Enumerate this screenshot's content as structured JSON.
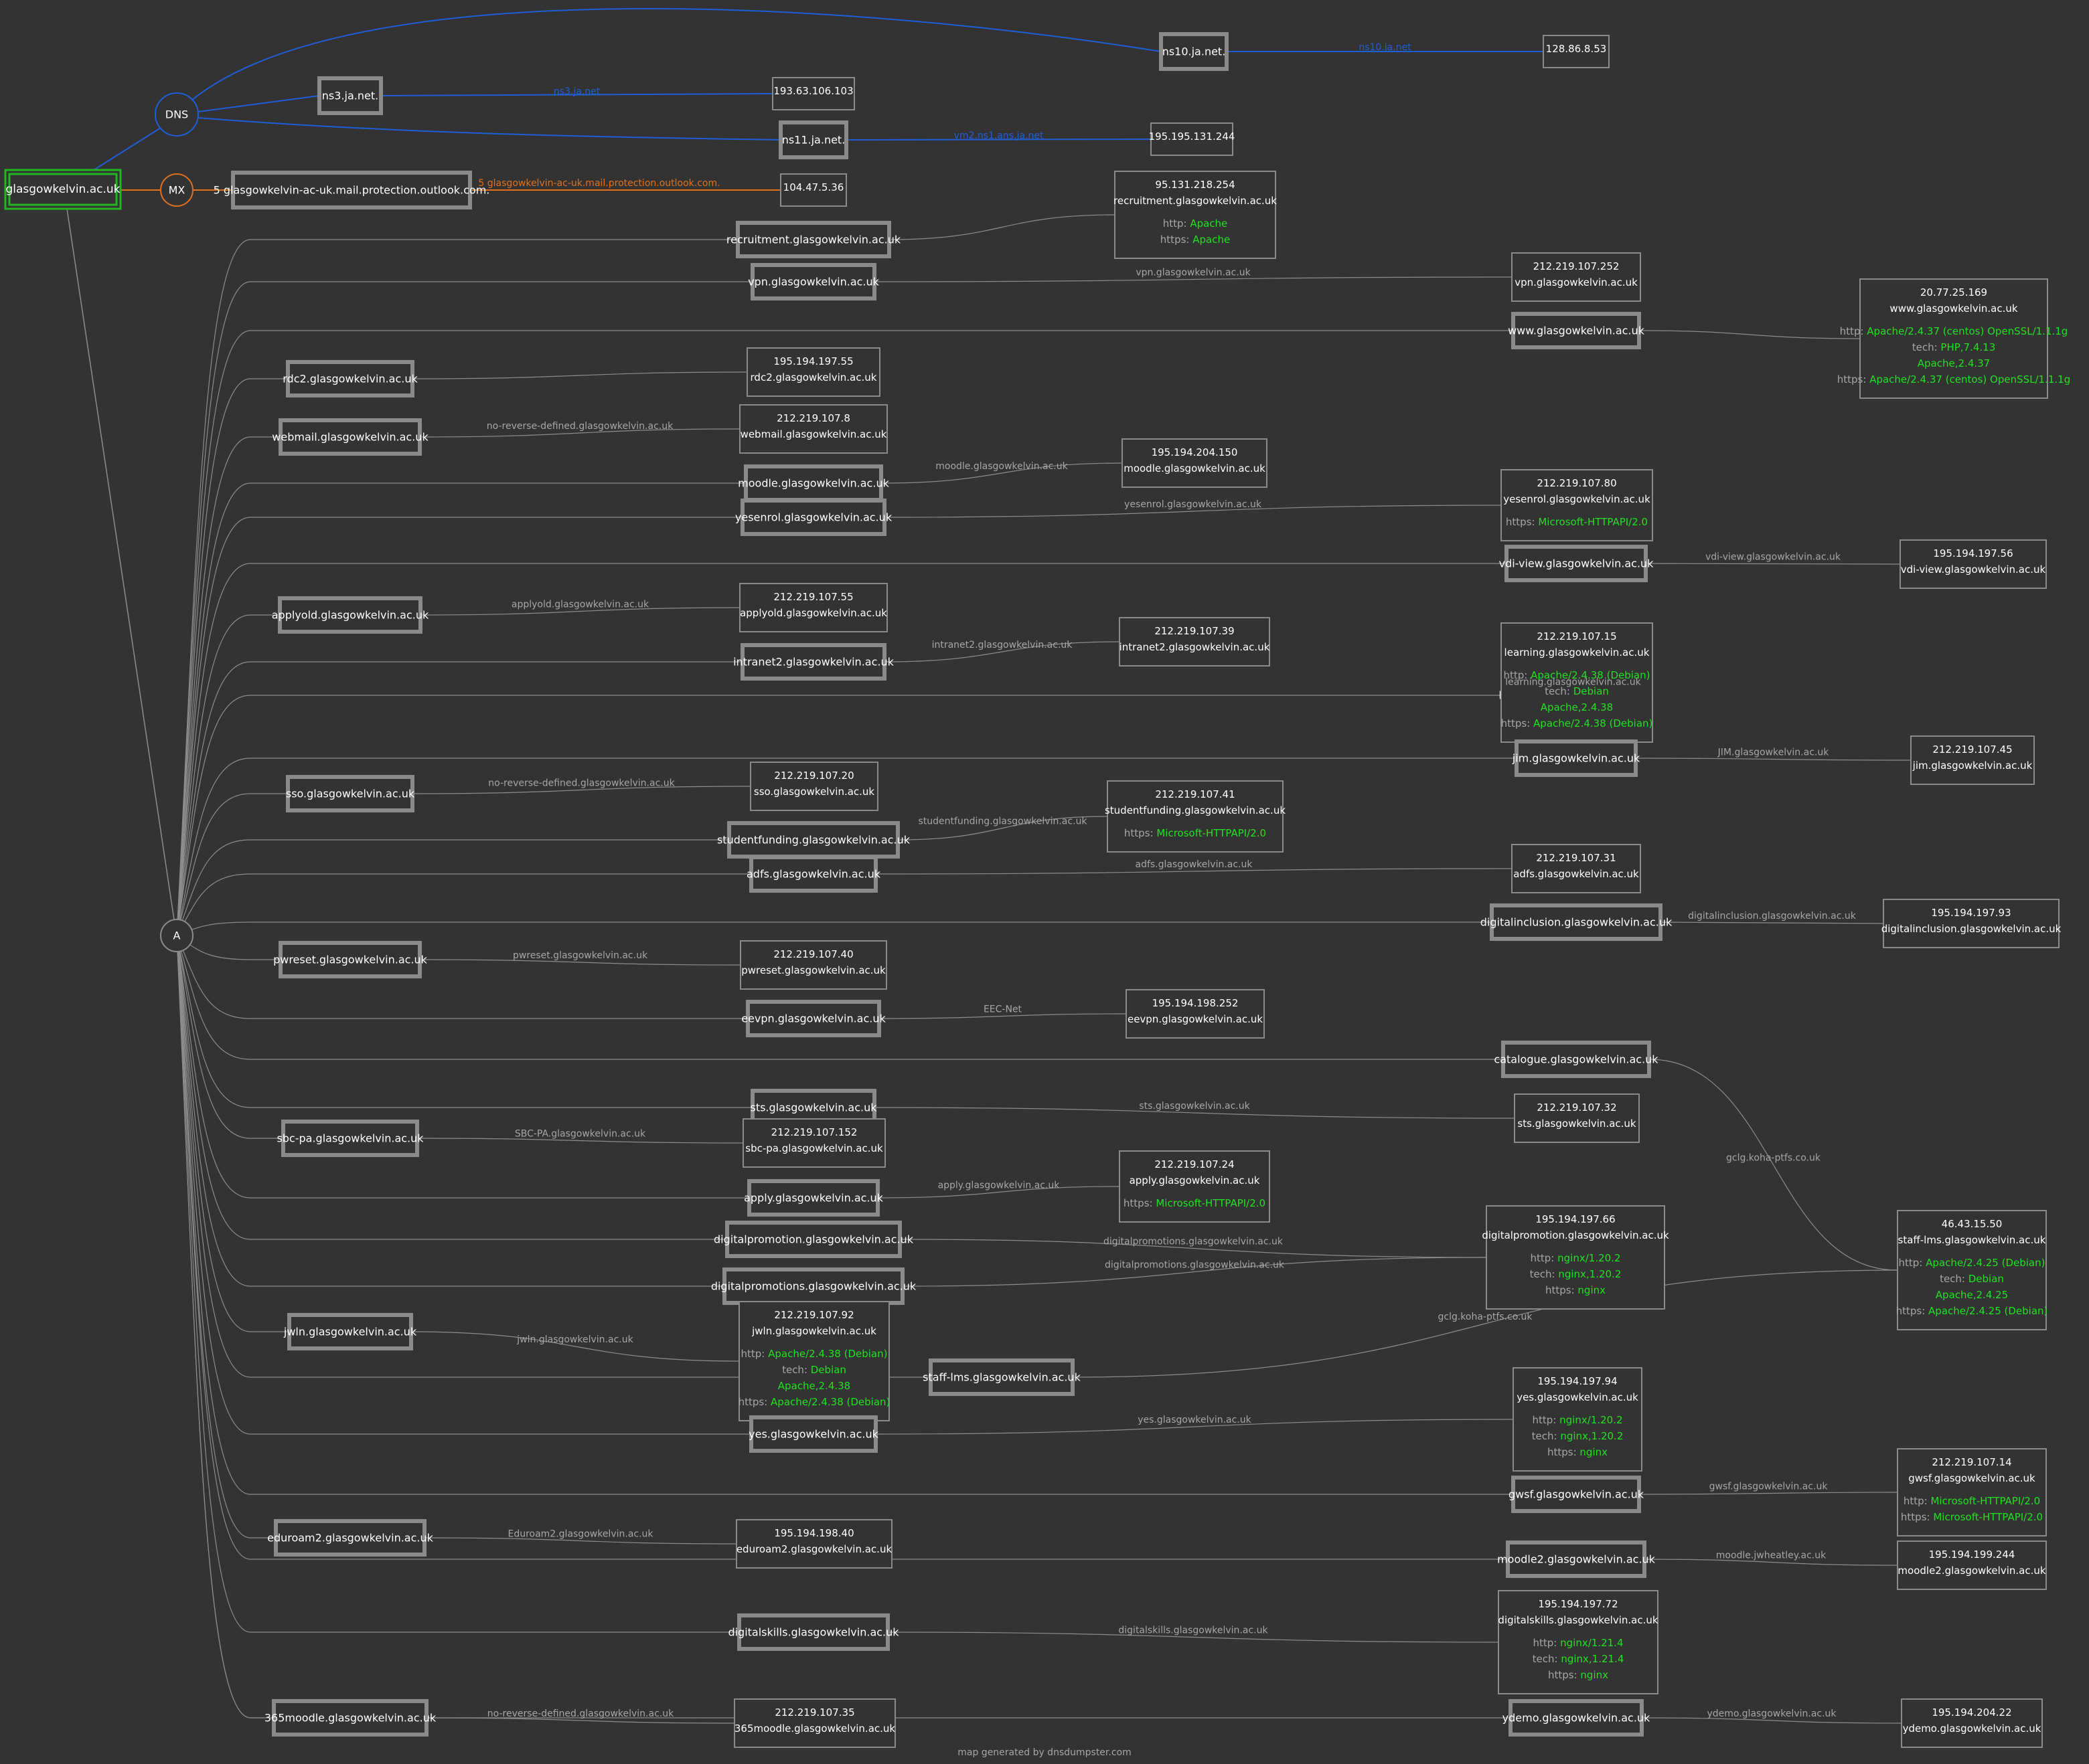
{
  "root": {
    "label": "glasgowkelvin.ac.uk"
  },
  "groups": {
    "dns": "DNS",
    "mx": "MX",
    "a": "A"
  },
  "colors": {
    "background": "#333333",
    "dns_line": "#1f5fd6",
    "mx_line": "#e0701e",
    "a_line": "#8c8c8c",
    "root_border": "#22b622",
    "host_border": "#8a8a8a",
    "text": "#ffffff",
    "dim_text": "#a6a6a6",
    "tech_value": "#22e022"
  },
  "dns": [
    {
      "host": "ns10.ja.net.",
      "edge": "ns10.ja.net",
      "ip": "128.86.8.53"
    },
    {
      "host": "ns3.ja.net.",
      "edge": "ns3.ja.net",
      "ip": "193.63.106.103"
    },
    {
      "host": "ns11.ja.net.",
      "edge": "vm2.ns1.ans.ja.net",
      "ip": "195.195.131.244"
    }
  ],
  "mx": [
    {
      "host": "5 glasgowkelvin-ac-uk.mail.protection.outlook.com.",
      "edge": "5 glasgowkelvin-ac-uk.mail.protection.outlook.com.",
      "ip": "104.47.5.36"
    }
  ],
  "a_records": [
    {
      "host": "recruitment.glasgowkelvin.ac.uk",
      "edge": "",
      "ip": "95.131.218.254",
      "ptr": "recruitment.glasgowkelvin.ac.uk",
      "tech": [
        {
          "k": "http:",
          "v": "Apache"
        },
        {
          "k": "https:",
          "v": "Apache"
        }
      ]
    },
    {
      "host": "vpn.glasgowkelvin.ac.uk",
      "edge": "vpn.glasgowkelvin.ac.uk",
      "ip": "212.219.107.252",
      "ptr": "vpn.glasgowkelvin.ac.uk",
      "tech": []
    },
    {
      "host": "www.glasgowkelvin.ac.uk",
      "edge": "",
      "ip": "20.77.25.169",
      "ptr": "www.glasgowkelvin.ac.uk",
      "tech": [
        {
          "k": "http:",
          "v": "Apache/2.4.37 (centos) OpenSSL/1.1.1g"
        },
        {
          "k": "tech:",
          "v": "PHP,7.4.13"
        },
        {
          "k": "",
          "v": "Apache,2.4.37"
        },
        {
          "k": "https:",
          "v": "Apache/2.4.37 (centos) OpenSSL/1.1.1g"
        }
      ]
    },
    {
      "host": "rdc2.glasgowkelvin.ac.uk",
      "edge": "",
      "ip": "195.194.197.55",
      "ptr": "rdc2.glasgowkelvin.ac.uk",
      "tech": []
    },
    {
      "host": "webmail.glasgowkelvin.ac.uk",
      "edge": "no-reverse-defined.glasgowkelvin.ac.uk",
      "ip": "212.219.107.8",
      "ptr": "webmail.glasgowkelvin.ac.uk",
      "tech": []
    },
    {
      "host": "moodle.glasgowkelvin.ac.uk",
      "edge": "moodle.glasgowkelvin.ac.uk",
      "ip": "195.194.204.150",
      "ptr": "moodle.glasgowkelvin.ac.uk",
      "tech": []
    },
    {
      "host": "yesenrol.glasgowkelvin.ac.uk",
      "edge": "yesenrol.glasgowkelvin.ac.uk",
      "ip": "212.219.107.80",
      "ptr": "yesenrol.glasgowkelvin.ac.uk",
      "tech": [
        {
          "k": "https:",
          "v": "Microsoft-HTTPAPI/2.0"
        }
      ]
    },
    {
      "host": "vdi-view.glasgowkelvin.ac.uk",
      "edge": "vdi-view.glasgowkelvin.ac.uk",
      "ip": "195.194.197.56",
      "ptr": "vdi-view.glasgowkelvin.ac.uk",
      "tech": []
    },
    {
      "host": "applyold.glasgowkelvin.ac.uk",
      "edge": "applyold.glasgowkelvin.ac.uk",
      "ip": "212.219.107.55",
      "ptr": "applyold.glasgowkelvin.ac.uk",
      "tech": []
    },
    {
      "host": "intranet2.glasgowkelvin.ac.uk",
      "edge": "intranet2.glasgowkelvin.ac.uk",
      "ip": "212.219.107.39",
      "ptr": "intranet2.glasgowkelvin.ac.uk",
      "tech": []
    },
    {
      "host": "learning.glasgowkelvin.ac.uk",
      "edge": "learning.glasgowkelvin.ac.uk",
      "ip": "212.219.107.15",
      "ptr": "learning.glasgowkelvin.ac.uk",
      "tech": [
        {
          "k": "http:",
          "v": "Apache/2.4.38 (Debian)"
        },
        {
          "k": "tech:",
          "v": "Debian"
        },
        {
          "k": "",
          "v": "Apache,2.4.38"
        },
        {
          "k": "https:",
          "v": "Apache/2.4.38 (Debian)"
        }
      ]
    },
    {
      "host": "jim.glasgowkelvin.ac.uk",
      "edge": "JIM.glasgowkelvin.ac.uk",
      "ip": "212.219.107.45",
      "ptr": "jim.glasgowkelvin.ac.uk",
      "tech": []
    },
    {
      "host": "sso.glasgowkelvin.ac.uk",
      "edge": "no-reverse-defined.glasgowkelvin.ac.uk",
      "ip": "212.219.107.20",
      "ptr": "sso.glasgowkelvin.ac.uk",
      "tech": []
    },
    {
      "host": "studentfunding.glasgowkelvin.ac.uk",
      "edge": "studentfunding.glasgowkelvin.ac.uk",
      "ip": "212.219.107.41",
      "ptr": "studentfunding.glasgowkelvin.ac.uk",
      "tech": [
        {
          "k": "https:",
          "v": "Microsoft-HTTPAPI/2.0"
        }
      ]
    },
    {
      "host": "adfs.glasgowkelvin.ac.uk",
      "edge": "adfs.glasgowkelvin.ac.uk",
      "ip": "212.219.107.31",
      "ptr": "adfs.glasgowkelvin.ac.uk",
      "tech": []
    },
    {
      "host": "digitalinclusion.glasgowkelvin.ac.uk",
      "edge": "digitalinclusion.glasgowkelvin.ac.uk",
      "ip": "195.194.197.93",
      "ptr": "digitalinclusion.glasgowkelvin.ac.uk",
      "tech": []
    },
    {
      "host": "pwreset.glasgowkelvin.ac.uk",
      "edge": "pwreset.glasgowkelvin.ac.uk",
      "ip": "212.219.107.40",
      "ptr": "pwreset.glasgowkelvin.ac.uk",
      "tech": []
    },
    {
      "host": "eevpn.glasgowkelvin.ac.uk",
      "edge": "EEC-Net",
      "ip": "195.194.198.252",
      "ptr": "eevpn.glasgowkelvin.ac.uk",
      "tech": []
    },
    {
      "host": "catalogue.glasgowkelvin.ac.uk",
      "edge": "gclg.koha-ptfs.co.uk",
      "ip": "46.43.15.50",
      "ptr": "staff-lms.glasgowkelvin.ac.uk",
      "tech": [
        {
          "k": "http:",
          "v": "Apache/2.4.25 (Debian)"
        },
        {
          "k": "tech:",
          "v": "Debian"
        },
        {
          "k": "",
          "v": "Apache,2.4.25"
        },
        {
          "k": "https:",
          "v": "Apache/2.4.25 (Debian)"
        }
      ]
    },
    {
      "host": "sts.glasgowkelvin.ac.uk",
      "edge": "sts.glasgowkelvin.ac.uk",
      "ip": "212.219.107.32",
      "ptr": "sts.glasgowkelvin.ac.uk",
      "tech": []
    },
    {
      "host": "sbc-pa.glasgowkelvin.ac.uk",
      "edge": "SBC-PA.glasgowkelvin.ac.uk",
      "ip": "212.219.107.152",
      "ptr": "sbc-pa.glasgowkelvin.ac.uk",
      "tech": []
    },
    {
      "host": "apply.glasgowkelvin.ac.uk",
      "edge": "apply.glasgowkelvin.ac.uk",
      "ip": "212.219.107.24",
      "ptr": "apply.glasgowkelvin.ac.uk",
      "tech": [
        {
          "k": "https:",
          "v": "Microsoft-HTTPAPI/2.0"
        }
      ]
    },
    {
      "host": "digitalpromotion.glasgowkelvin.ac.uk",
      "edge": "digitalpromotions.glasgowkelvin.ac.uk",
      "ip": "195.194.197.66",
      "ptr": "digitalpromotion.glasgowkelvin.ac.uk",
      "tech": [
        {
          "k": "http:",
          "v": "nginx/1.20.2"
        },
        {
          "k": "tech:",
          "v": "nginx,1.20.2"
        },
        {
          "k": "https:",
          "v": "nginx"
        }
      ]
    },
    {
      "host": "digitalpromotions.glasgowkelvin.ac.uk",
      "edge": "digitalpromotions.glasgowkelvin.ac.uk",
      "ip": "",
      "ptr": "",
      "tech": []
    },
    {
      "host": "jwln.glasgowkelvin.ac.uk",
      "edge": "jwln.glasgowkelvin.ac.uk",
      "ip": "212.219.107.92",
      "ptr": "jwln.glasgowkelvin.ac.uk",
      "tech": [
        {
          "k": "http:",
          "v": "Apache/2.4.38 (Debian)"
        },
        {
          "k": "tech:",
          "v": "Debian"
        },
        {
          "k": "",
          "v": "Apache,2.4.38"
        },
        {
          "k": "https:",
          "v": "Apache/2.4.38 (Debian)"
        }
      ]
    },
    {
      "host": "staff-lms.glasgowkelvin.ac.uk",
      "edge": "gclg.koha-ptfs.co.uk",
      "ip": "",
      "ptr": "",
      "tech": []
    },
    {
      "host": "yes.glasgowkelvin.ac.uk",
      "edge": "yes.glasgowkelvin.ac.uk",
      "ip": "195.194.197.94",
      "ptr": "yes.glasgowkelvin.ac.uk",
      "tech": [
        {
          "k": "http:",
          "v": "nginx/1.20.2"
        },
        {
          "k": "tech:",
          "v": "nginx,1.20.2"
        },
        {
          "k": "https:",
          "v": "nginx"
        }
      ]
    },
    {
      "host": "gwsf.glasgowkelvin.ac.uk",
      "edge": "gwsf.glasgowkelvin.ac.uk",
      "ip": "212.219.107.14",
      "ptr": "gwsf.glasgowkelvin.ac.uk",
      "tech": [
        {
          "k": "http:",
          "v": "Microsoft-HTTPAPI/2.0"
        },
        {
          "k": "https:",
          "v": "Microsoft-HTTPAPI/2.0"
        }
      ]
    },
    {
      "host": "eduroam2.glasgowkelvin.ac.uk",
      "edge": "Eduroam2.glasgowkelvin.ac.uk",
      "ip": "195.194.198.40",
      "ptr": "eduroam2.glasgowkelvin.ac.uk",
      "tech": []
    },
    {
      "host": "moodle2.glasgowkelvin.ac.uk",
      "edge": "moodle.jwheatley.ac.uk",
      "ip": "195.194.199.244",
      "ptr": "moodle2.glasgowkelvin.ac.uk",
      "tech": []
    },
    {
      "host": "digitalskills.glasgowkelvin.ac.uk",
      "edge": "digitalskills.glasgowkelvin.ac.uk",
      "ip": "195.194.197.72",
      "ptr": "digitalskills.glasgowkelvin.ac.uk",
      "tech": [
        {
          "k": "http:",
          "v": "nginx/1.21.4"
        },
        {
          "k": "tech:",
          "v": "nginx,1.21.4"
        },
        {
          "k": "https:",
          "v": "nginx"
        }
      ]
    },
    {
      "host": "365moodle.glasgowkelvin.ac.uk",
      "edge": "no-reverse-defined.glasgowkelvin.ac.uk",
      "ip": "212.219.107.35",
      "ptr": "365moodle.glasgowkelvin.ac.uk",
      "tech": []
    },
    {
      "host": "ydemo.glasgowkelvin.ac.uk",
      "edge": "ydemo.glasgowkelvin.ac.uk",
      "ip": "195.194.204.22",
      "ptr": "ydemo.glasgowkelvin.ac.uk",
      "tech": []
    }
  ],
  "footer": "map generated by dnsdumpster.com"
}
